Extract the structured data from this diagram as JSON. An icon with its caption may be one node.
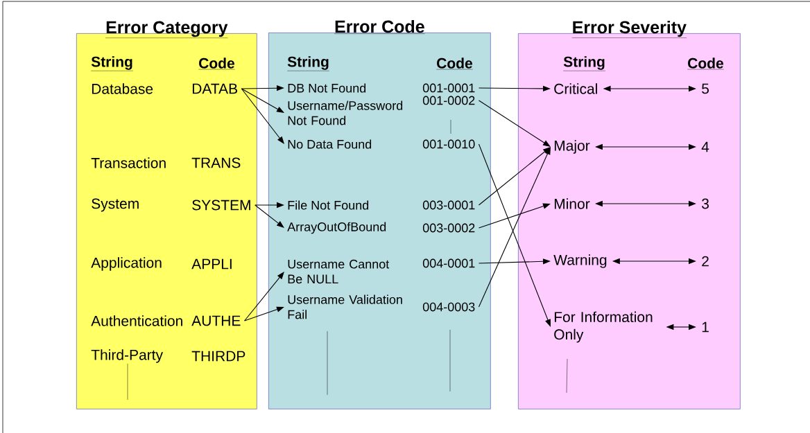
{
  "diagram": {
    "nodes": [
      {
        "text": [
          "Error Category"
        ]
      },
      {
        "text": [
          "Error Code"
        ]
      },
      {
        "text": [
          "Error Severity"
        ]
      },
      {
        "text": [
          "DATAB"
        ],
        "in": 0
      },
      {
        "text": [
          "TRANS"
        ],
        "in": 0
      },
      {
        "text": [
          "SYSTEM"
        ],
        "in": 0
      },
      {
        "text": [
          "APPLI"
        ],
        "in": 0
      },
      {
        "text": [
          "AUTHE"
        ],
        "in": 0
      },
      {
        "text": [
          "THIRDP"
        ],
        "in": 0
      },
      {
        "text": [
          "DB Not Found"
        ],
        "in": 1
      },
      {
        "text": [
          "Username/Password Not Found"
        ],
        "in": 1
      },
      {
        "text": [
          "No Data Found"
        ],
        "in": 1
      },
      {
        "text": [
          "File Not Found"
        ],
        "in": 1
      },
      {
        "text": [
          "ArrayOutOfBound"
        ],
        "in": 1
      },
      {
        "text": [
          "Username Cannot Be NULL"
        ],
        "in": 1
      },
      {
        "text": [
          "Username Validation Fail"
        ],
        "in": 1
      },
      {
        "text": [
          "001-0001"
        ],
        "in": 1
      },
      {
        "text": [
          "001-0002"
        ],
        "in": 1
      },
      {
        "text": [
          "001-0010"
        ],
        "in": 1
      },
      {
        "text": [
          "003-0001"
        ],
        "in": 1
      },
      {
        "text": [
          "003-0002"
        ],
        "in": 1
      },
      {
        "text": [
          "004-0001"
        ],
        "in": 1
      },
      {
        "text": [
          "004-0003"
        ],
        "in": 1
      },
      {
        "text": [
          "Critical"
        ],
        "in": 2
      },
      {
        "text": [
          "Major"
        ],
        "in": 2
      },
      {
        "text": [
          "Minor"
        ],
        "in": 2
      },
      {
        "text": [
          "Warning"
        ],
        "in": 2
      },
      {
        "text": [
          "For Information Only"
        ],
        "in": 2
      },
      {
        "text": [
          "5"
        ],
        "in": 2
      },
      {
        "text": [
          "4"
        ],
        "in": 2
      },
      {
        "text": [
          "3"
        ],
        "in": 2
      },
      {
        "text": [
          "2"
        ],
        "in": 2
      },
      {
        "text": [
          "1"
        ],
        "in": 2
      }
    ],
    "edges": [
      {
        "from": 3,
        "to": 9,
        "arrow": "to"
      },
      {
        "from": 3,
        "to": 10,
        "arrow": "to"
      },
      {
        "from": 3,
        "to": 11,
        "arrow": "to"
      },
      {
        "from": 5,
        "to": 12,
        "arrow": "to"
      },
      {
        "from": 5,
        "to": 13,
        "arrow": "to"
      },
      {
        "from": 7,
        "to": 14,
        "arrow": "to"
      },
      {
        "from": 7,
        "to": 15,
        "arrow": "to"
      },
      {
        "from": 16,
        "to": 23,
        "arrow": "to"
      },
      {
        "from": 17,
        "to": 24,
        "arrow": "to"
      },
      {
        "from": 18,
        "to": 27,
        "arrow": "to"
      },
      {
        "from": 19,
        "to": 24,
        "arrow": "to"
      },
      {
        "from": 20,
        "to": 25,
        "arrow": "to"
      },
      {
        "from": 21,
        "to": 26,
        "arrow": "to"
      },
      {
        "from": 22,
        "to": 24,
        "arrow": "to"
      },
      {
        "from": 23,
        "to": 28,
        "arrow": "both"
      },
      {
        "from": 24,
        "to": 29,
        "arrow": "both"
      },
      {
        "from": 25,
        "to": 30,
        "arrow": "both"
      },
      {
        "from": 26,
        "to": 31,
        "arrow": "both"
      },
      {
        "from": 27,
        "to": 32,
        "arrow": "both"
      }
    ],
    "labels": [
      "String",
      "Code",
      "String",
      "Code",
      "String",
      "Code",
      "Database",
      "Transaction",
      "System",
      "Application",
      "Authentication",
      "Third-Party"
    ]
  }
}
